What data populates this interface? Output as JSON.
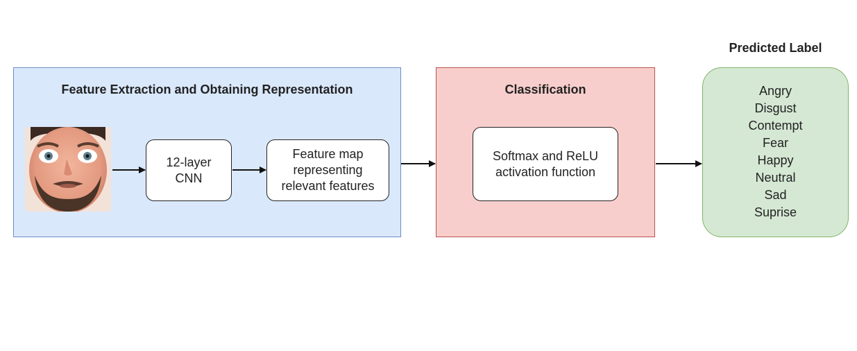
{
  "feature_panel": {
    "title": "Feature Extraction and Obtaining Representation"
  },
  "cnn_box": {
    "text": "12-layer\nCNN"
  },
  "feature_map_box": {
    "text": "Feature map\nrepresenting\nrelevant features"
  },
  "classification_panel": {
    "title": "Classification"
  },
  "softmax_box": {
    "text": "Softmax and ReLU\nactivation function"
  },
  "predicted_label": {
    "title": "Predicted Label",
    "labels": [
      "Angry",
      "Disgust",
      "Contempt",
      "Fear",
      "Happy",
      "Neutral",
      "Sad",
      "Suprise"
    ]
  },
  "colors": {
    "feature_fill": "#dae8fc",
    "feature_border": "#6c8ebf",
    "classification_fill": "#f8cecc",
    "classification_border": "#b85450",
    "label_fill": "#d5e8d4",
    "label_border": "#82b366"
  },
  "image": {
    "subject": "face-photo"
  }
}
